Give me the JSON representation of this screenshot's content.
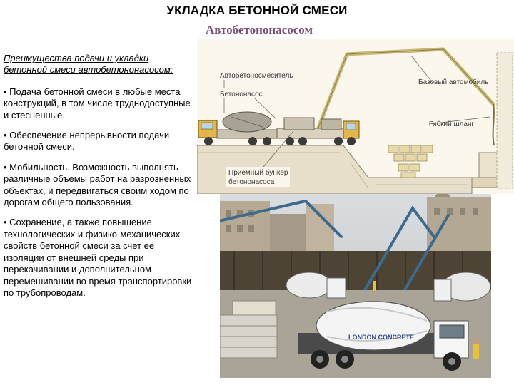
{
  "title": "УКЛАДКА БЕТОННОЙ СМЕСИ",
  "subtitle": "Автобетононасосом",
  "left_column": {
    "heading": "Преимущества подачи и укладки бетонной смеси автобетононасосом:",
    "bullets": [
      "• Подача бетонной смеси в любые места конструкций, в том числе труднодоступные и стесненные.",
      "• Обеспечение непрерывности подачи бетонной смеси.",
      "• Мобильность. Возможность выполнять различные объемы работ на разрозненных объектах, и передвигаться своим ходом по дорогам общего пользования.",
      "• Сохранение, а также повышение технологических и физико-механических свойств бетонной смеси за счет ее изоляции от внешней среды при перекачивании и дополнительном перемешивании во время транспортировки по трубопроводам."
    ]
  },
  "diagram": {
    "labels": {
      "mixer": "Автобетоносмеситель",
      "pump": "Бетононасос",
      "base_vehicle": "Базовый автомобиль",
      "hose": "Гибкий шланг",
      "hopper_line1": "Приемный бункер",
      "hopper_line2": "бетононасоса"
    }
  },
  "photo": {
    "truck_logo": "LONDON CONCRETE"
  },
  "colors": {
    "subtitle": "#7b4a78",
    "ground": "#e7dfc9",
    "truck_cab": "#e3b54a",
    "boom": "#d6c68a"
  }
}
